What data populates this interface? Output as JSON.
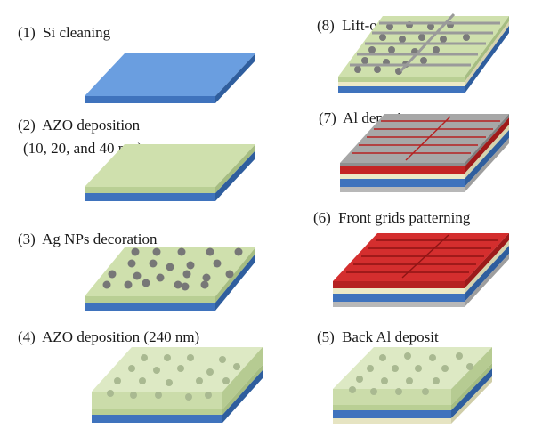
{
  "steps": [
    {
      "number": "(1)",
      "title": "Si cleaning"
    },
    {
      "number": "(2)",
      "title": "AZO deposition",
      "detail": "(10, 20, and 40 nm)"
    },
    {
      "number": "(3)",
      "title": "Ag NPs decoration"
    },
    {
      "number": "(4)",
      "title": "AZO deposition (240 nm)"
    },
    {
      "number": "(5)",
      "title": "Back Al deposit"
    },
    {
      "number": "(6)",
      "title": "Front grids patterning"
    },
    {
      "number": "(7)",
      "title": "Al deposit"
    },
    {
      "number": "(8)",
      "title": "Lift-off"
    }
  ],
  "colors": {
    "si": "#5b8fd6",
    "azo": "#c8dca4",
    "al": "#e8e6c4",
    "photoresist": "#cc2a2a",
    "al_top": "#a8a8a8",
    "nanoparticle": "#757575"
  }
}
